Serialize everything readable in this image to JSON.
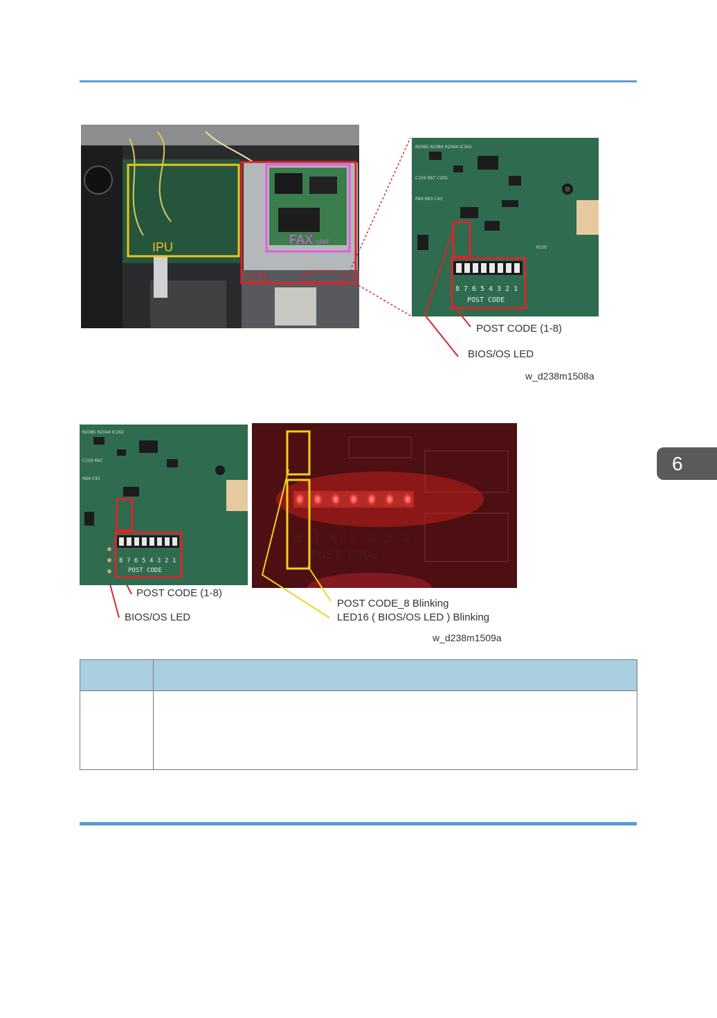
{
  "chapter": {
    "number": "6"
  },
  "figure1": {
    "labels": {
      "ipu": "IPU",
      "fax": "FAX",
      "fax_small": "UNIT",
      "ctl": "CTL",
      "post_code": "POST CODE",
      "digits": [
        "8",
        "7",
        "6",
        "5",
        "4",
        "3",
        "2",
        "1"
      ]
    },
    "callout_post_code": "POST CODE (1-8)",
    "callout_bios_led": "BIOS/OS LED",
    "figure_id": "w_d238m1508a"
  },
  "figure2": {
    "callout_post_code": "POST CODE (1-8)",
    "callout_bios_led": "BIOS/OS LED",
    "callout_post_code_blink": "POST CODE_8 Blinking",
    "callout_led16_blink": "LED16 ( BIOS/OS LED ) Blinking",
    "figure_id": "w_d238m1509a",
    "photo_labels": {
      "post_code": "POST CODE",
      "digits": [
        "8",
        "7",
        "6",
        "5",
        "4",
        "3",
        "2",
        "1"
      ]
    }
  },
  "table": {
    "header": [
      "",
      ""
    ],
    "rows": [
      [
        "",
        ""
      ]
    ]
  },
  "colors": {
    "rule": "#5b9bd5",
    "table_header": "#a9cfe0",
    "pcb_green": "#2f6b4f",
    "callout_red": "#d8262b",
    "callout_yellow": "#f2d21c",
    "fax_magenta": "#e55ce0"
  }
}
